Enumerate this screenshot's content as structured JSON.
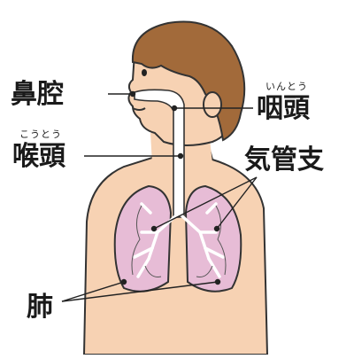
{
  "labels": {
    "nasal_cavity": "鼻腔",
    "pharynx": "咽頭",
    "pharynx_reading": "いんとう",
    "larynx": "喉頭",
    "larynx_reading": "こうとう",
    "bronchi": "気管支",
    "lungs": "肺"
  },
  "colors": {
    "skin": "#f7d2b3",
    "hair": "#a26a3a",
    "lung": "#e7bcd6",
    "airway": "#ffffff",
    "outline": "#333333"
  }
}
